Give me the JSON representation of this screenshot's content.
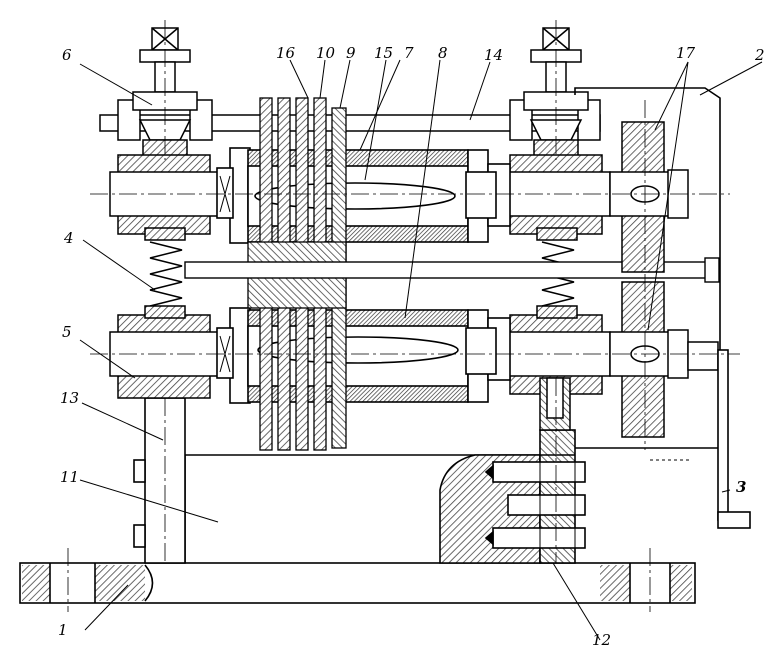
{
  "labels": {
    "l1": "1",
    "l2": "2",
    "l3": "3",
    "l4": "4",
    "l5": "5",
    "l6": "6",
    "l7": "7",
    "l8": "8",
    "l9": "9",
    "l10": "10",
    "l11": "11",
    "l12": "12",
    "l13": "13",
    "l14": "14",
    "l15": "15",
    "l16": "16",
    "l17": "17"
  },
  "colors": {
    "ink": "#000000",
    "hatch": "#555555",
    "paper": "#ffffff"
  }
}
